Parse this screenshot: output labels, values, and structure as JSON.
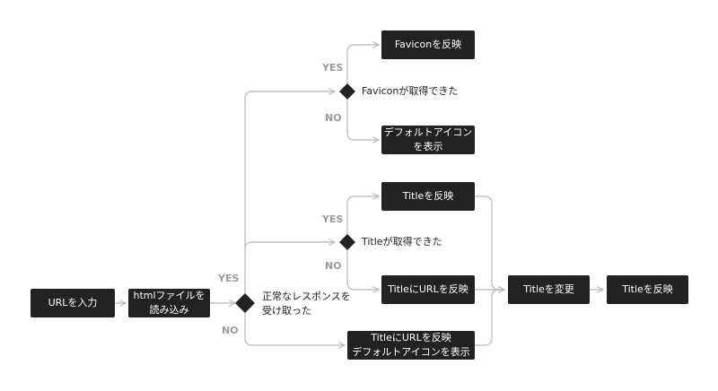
{
  "nodes": {
    "url_input": "URLを入力",
    "load_html": [
      "htmlファイルを",
      "読み込み"
    ],
    "favicon_apply": "Faviconを反映",
    "default_icon": [
      "デフォルトアイコン",
      "を表示"
    ],
    "title_apply": "Titleを反映",
    "title_url_apply": "TitleにURLを反映",
    "title_url_default": [
      "TitleにURLを反映",
      "デフォルトアイコンを表示"
    ],
    "title_change": "Titleを変更",
    "title_apply_final": "Titleを反映"
  },
  "decisions": {
    "response": [
      "正常なレスポンスを",
      "受け取った"
    ],
    "favicon": "Faviconが取得できた",
    "title": "Titleが取得できた"
  },
  "branch_labels": {
    "yes": "YES",
    "no": "NO"
  },
  "colors": {
    "node_fill": "#222222",
    "node_text": "#ffffff",
    "connector": "#b8b8b8",
    "branch_text": "#9a9a9a"
  }
}
